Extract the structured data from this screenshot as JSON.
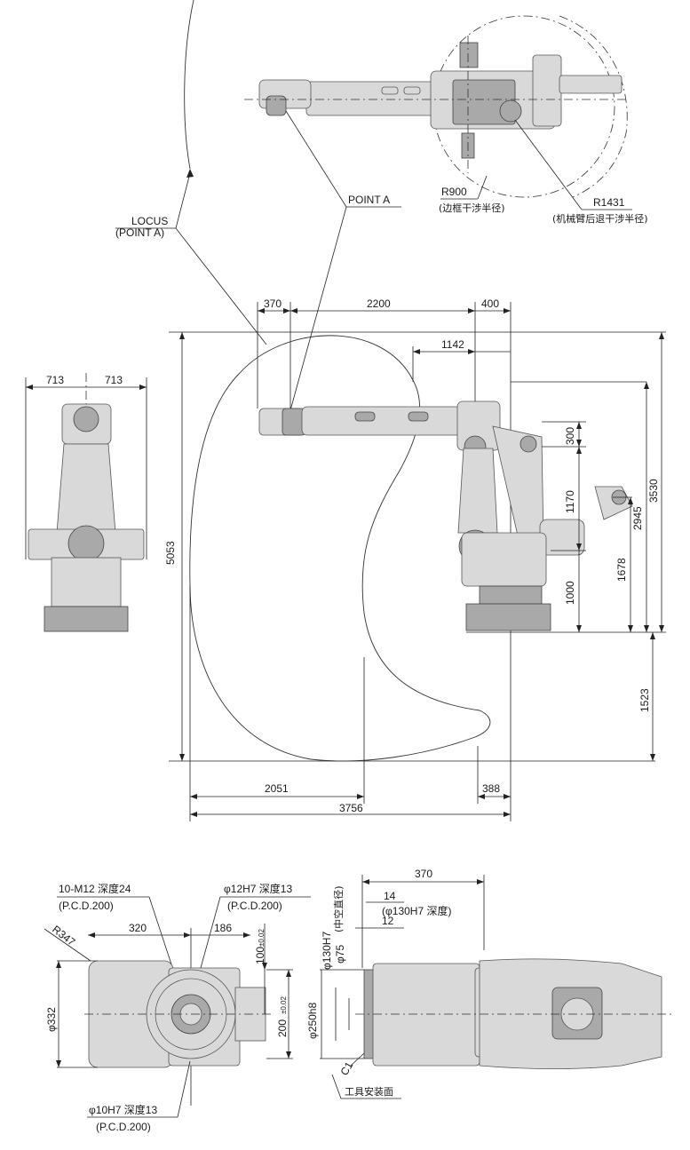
{
  "top_view": {
    "labels": {
      "locus": "LOCUS",
      "locus_sub": "(POINT A)",
      "point_a": "POINT A",
      "r900": "R900",
      "r900_cn": "(边框干涉半径)",
      "r1431": "R1431",
      "r1431_cn": "(机械臂后退干涉半径)"
    }
  },
  "side_view": {
    "dims": {
      "d370": "370",
      "d2200": "2200",
      "d400": "400",
      "d1142": "1142",
      "d300": "300",
      "d1170": "1170",
      "d1000": "1000",
      "d1678": "1678",
      "d2945": "2945",
      "d3530": "3530",
      "d5053": "5053",
      "d1523": "1523",
      "d2051": "2051",
      "d388": "388",
      "d3756": "3756"
    }
  },
  "front_view": {
    "dims": {
      "left713": "713",
      "right713": "713"
    }
  },
  "flange_view": {
    "labels": {
      "m12": "10-M12 深度24",
      "m12_pcd": "(P.C.D.200)",
      "phi12": "φ12H7 深度13",
      "phi12_pcd": "(P.C.D.200)",
      "r347": "R347",
      "d320": "320",
      "d186": "186",
      "d100": "100",
      "d100_tol": "±0.02",
      "d200": "200",
      "d200_tol": "±0.02",
      "phi332": "φ332",
      "phi10": "φ10H7 深度13",
      "phi10_pcd": "(P.C.D.200)"
    }
  },
  "wrist_view": {
    "labels": {
      "d370": "370",
      "d14": "14",
      "d14_note": "(φ130H7 深度)",
      "hollow": "(中空直径)",
      "d12": "12",
      "phi130": "φ130H7",
      "phi75": "φ75",
      "phi250": "φ250h8",
      "c1": "C1",
      "tool_face": "工具安装面"
    }
  }
}
